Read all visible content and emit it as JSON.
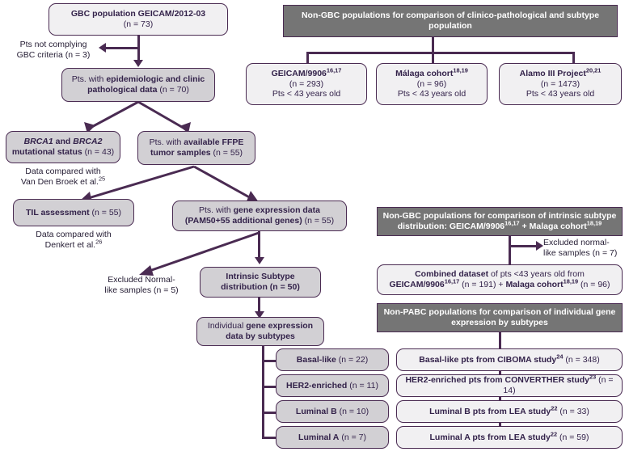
{
  "figure": {
    "type": "flowchart",
    "title": "Study population flow diagram"
  },
  "left_flow": {
    "top_box": "GBC population GEICAM/2012-03 (n = 73)",
    "excluded_note": "Pts not complying GBC criteria (n = 3)",
    "clinic_box": "Pts. with epidemiologic and clinic pathological data (n = 70)",
    "brca_box": "BRCA1 and BRCA2 mutational status (n = 43)",
    "brca_note": "Data compared with Van Den Broek et al.25",
    "ffpe_box": "Pts. with available FFPE tumor samples (n = 55)",
    "til_box": "TIL assessment (n = 55)",
    "til_note": "Data compared with Denkert et al.26",
    "gene_expr_box": "Pts. with gene expression data (PAM50+55 additional genes) (n = 55)",
    "excluded_normal_note": "Excluded Normal-like samples (n = 5)",
    "intrinsic_box": "Intrinsic Subtype distribution (n = 50)",
    "individual_box": "Individual gene expression data by subtypes"
  },
  "subtypes": [
    {
      "label": "Basal-like",
      "n": "(n = 22)"
    },
    {
      "label": "HER2-enriched",
      "n": "(n = 11)"
    },
    {
      "label": "Luminal B",
      "n": "(n = 10)"
    },
    {
      "label": "Luminal A",
      "n": "(n = 7)"
    }
  ],
  "top_right": {
    "header": "Non-GBC populations for comparison of  clinico-pathological and subtype population",
    "cohorts": [
      {
        "name": "GEICAM/9906",
        "refs": "16,17",
        "n": "(n = 293)",
        "age": "Pts < 43 years old"
      },
      {
        "name": "Málaga  cohort",
        "refs": "18,19",
        "n": "(n = 96)",
        "age": "Pts < 43 years old"
      },
      {
        "name": "Alamo III Project",
        "refs": "20,21",
        "n": "(n = 1473)",
        "age": "Pts < 43 years old"
      }
    ]
  },
  "mid_right": {
    "header_line1": "Non-GBC populations for comparison of  intrinsic subtype",
    "header_line2": "distribution: GEICAM/990616,17 + Malaga cohort18,19",
    "excluded_note": "Excluded normal-like samples (n = 7)",
    "combined_line1": "Combined dataset of pts <43 years old from",
    "combined_line2": "GEICAM/990616,17 (n = 191) + Malaga cohort18,19 (n = 96)"
  },
  "bottom_right": {
    "header": "Non-PABC populations for comparison of  individual gene expression by subtypes",
    "studies": [
      {
        "text": "Basal-like pts from CIBOMA study",
        "ref": "24",
        "n": "(n = 348)"
      },
      {
        "text": "HER2-enriched pts from CONVERTHER study",
        "ref": "23",
        "n": "(n = 14)"
      },
      {
        "text": "Luminal  B pts from  LEA study",
        "ref": "22",
        "n": "(n = 33)"
      },
      {
        "text": "Luminal  A pts from LEA study",
        "ref": "22",
        "n": "(n = 59)"
      }
    ]
  },
  "colors": {
    "line": "#4a2b52",
    "header_fill": "#757575",
    "shaded_fill": "#d2d0d4",
    "light_fill": "#f1f0f2",
    "text": "#33224a"
  }
}
